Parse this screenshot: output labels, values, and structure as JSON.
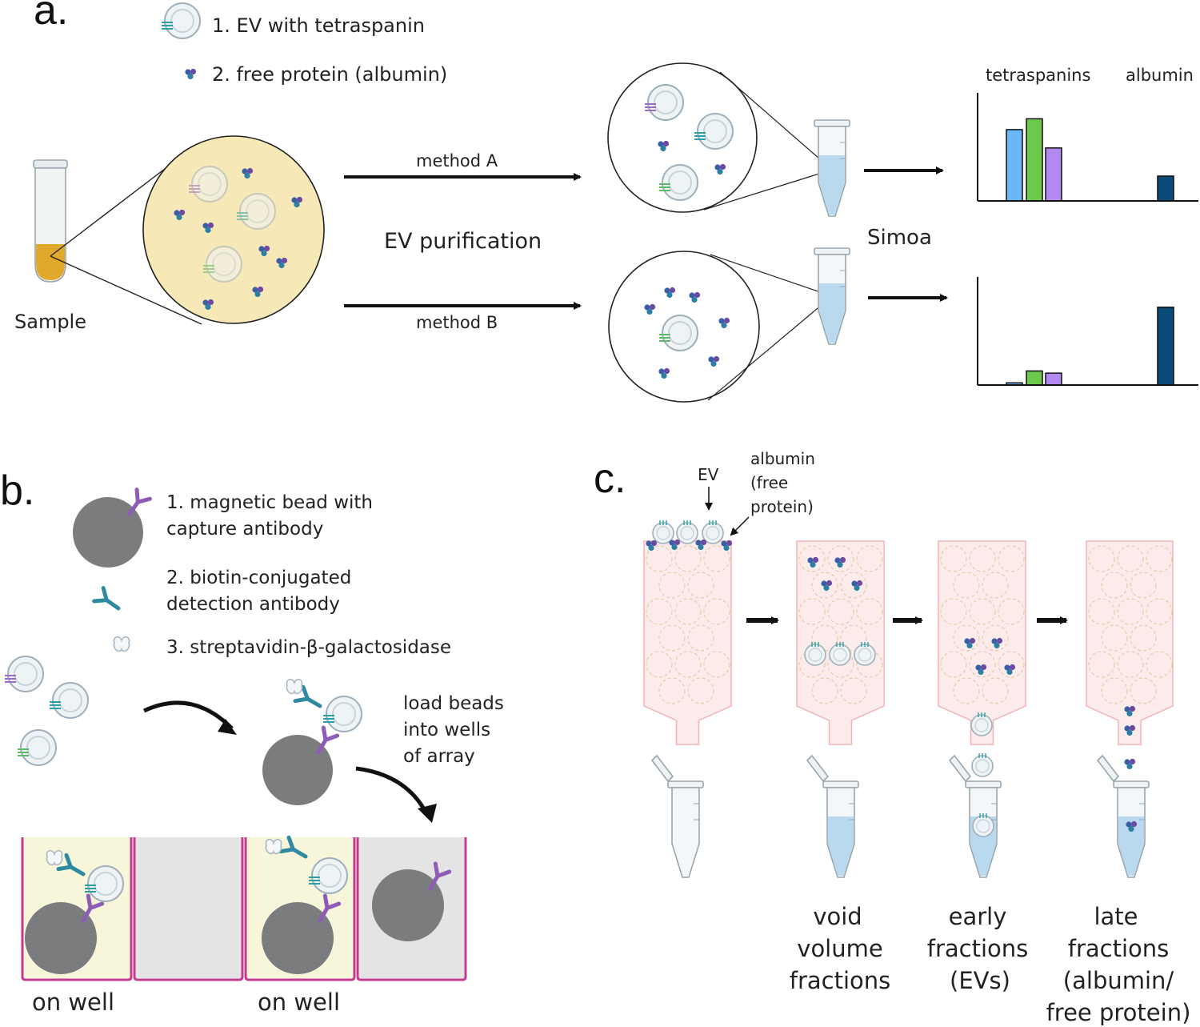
{
  "panel_a": {
    "label": "a.",
    "legend": {
      "item1": "1.  EV with tetraspanin",
      "item2": "2.  free protein (albumin)"
    },
    "sample_label": "Sample",
    "method_a": "method A",
    "method_b": "method B",
    "ev_purification": "EV purification",
    "simoa": "Simoa",
    "chart_labels": {
      "tetraspanins": "tetraspanins",
      "albumin": "albumin"
    }
  },
  "panel_b": {
    "label": "b.",
    "legend": {
      "item1_line1": "1. magnetic bead with",
      "item1_line2": "capture antibody",
      "item2_line1": "2. biotin-conjugated",
      "item2_line2": "detection antibody",
      "item3": "3. streptavidin-β-galactosidase"
    },
    "load_beads": [
      "load beads",
      "into wells",
      "of array"
    ],
    "on_well_1": "on well",
    "on_well_2": "on well"
  },
  "panel_c": {
    "label": "c.",
    "ev_label": "EV",
    "albumin_label": [
      "albumin",
      "(free",
      "protein)"
    ],
    "void": [
      "void",
      "volume",
      "fractions"
    ],
    "early": [
      "early",
      "fractions",
      "(EVs)"
    ],
    "late": [
      "late",
      "fractions",
      "(albumin/",
      "free protein)"
    ]
  },
  "colors": {
    "blue": "#6bb6f7",
    "green": "#6cc94d",
    "purple": "#b388f0",
    "navy": "#0a4a78",
    "bead": "#7a7c7e",
    "sample_bg": "#f7e8b8",
    "well_fill": "#f7f6da",
    "well_empty": "#e4e4e4",
    "well_border": "#c23b8e",
    "column_fill": "#fbeceb",
    "column_border": "#f1b4b8"
  },
  "chart_data": [
    {
      "type": "bar",
      "categories": [
        "tetraspanin 1",
        "tetraspanin 2",
        "tetraspanin 3",
        "albumin"
      ],
      "values": [
        0.66,
        0.76,
        0.49,
        0.23
      ],
      "ylim": [
        0,
        1
      ],
      "colors": [
        "#6bb6f7",
        "#6cc94d",
        "#b388f0",
        "#0a4a78"
      ]
    },
    {
      "type": "bar",
      "categories": [
        "tetraspanin 1",
        "tetraspanin 2",
        "tetraspanin 3",
        "albumin"
      ],
      "values": [
        0.02,
        0.13,
        0.11,
        0.72
      ],
      "ylim": [
        0,
        1
      ],
      "colors": [
        "#6bb6f7",
        "#6cc94d",
        "#b388f0",
        "#0a4a78"
      ]
    }
  ]
}
